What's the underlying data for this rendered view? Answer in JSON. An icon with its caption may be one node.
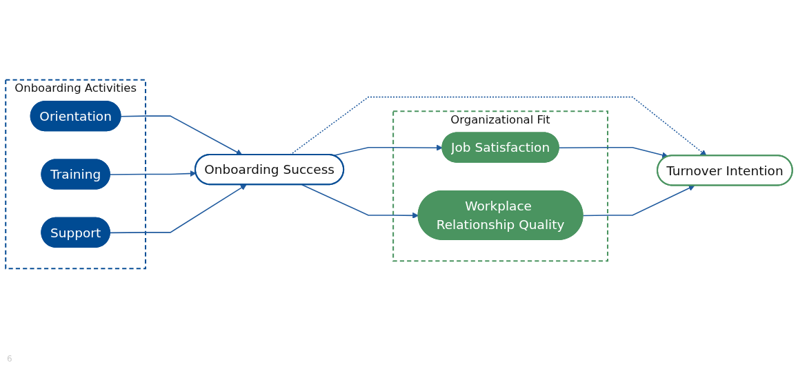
{
  "diagram": {
    "nodes": [
      {
        "text": [
          "Onboarding Activities"
        ]
      },
      {
        "text": [
          "Orientation"
        ],
        "in": 0
      },
      {
        "text": [
          "Training"
        ],
        "in": 0
      },
      {
        "text": [
          "Support"
        ],
        "in": 0
      },
      {
        "text": [
          "Onboarding Success"
        ]
      },
      {
        "text": [
          "Organizational Fit"
        ]
      },
      {
        "text": [
          "Job Satisfaction"
        ],
        "in": 5
      },
      {
        "text": [
          "Workplace Relationship Quality"
        ],
        "in": 5
      },
      {
        "text": [
          "Turnover Intention"
        ]
      }
    ],
    "edges": [
      {
        "from": 1,
        "to": 4,
        "arrow": "to"
      },
      {
        "from": 2,
        "to": 4,
        "arrow": "to"
      },
      {
        "from": 3,
        "to": 4,
        "arrow": "to"
      },
      {
        "from": 4,
        "to": 6,
        "arrow": "to"
      },
      {
        "from": 4,
        "to": 7,
        "arrow": "to"
      },
      {
        "from": 4,
        "to": 8,
        "arrow": "to",
        "style": "dashed"
      },
      {
        "from": 6,
        "to": 8,
        "arrow": "to"
      },
      {
        "from": 7,
        "to": 8,
        "arrow": "to"
      }
    ],
    "labels": [
      "6"
    ]
  }
}
